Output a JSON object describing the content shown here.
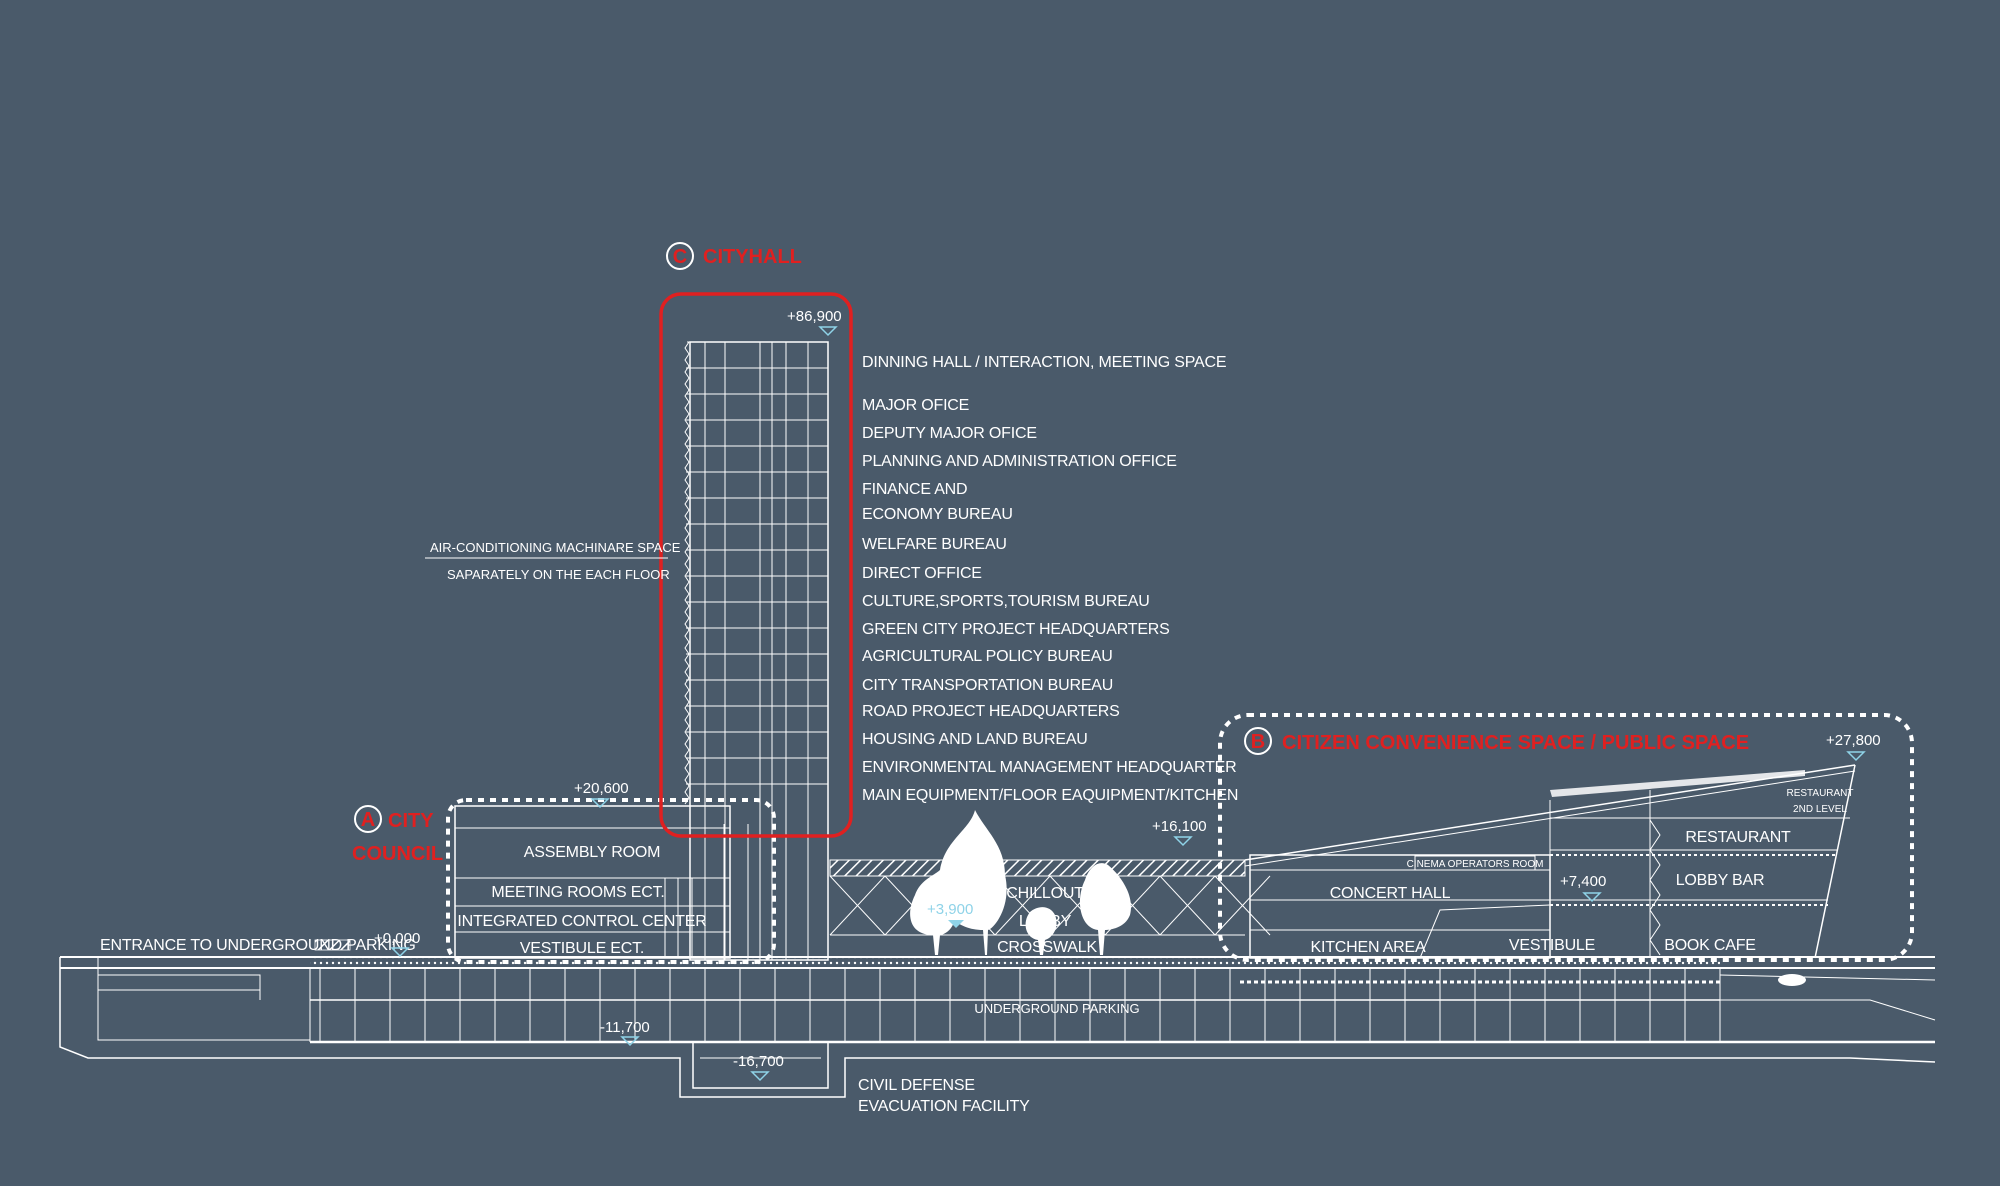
{
  "colors": {
    "background": "#4a5a6a",
    "line": "#ffffff",
    "highlight": "#e02020",
    "marker": "#8fd3e8"
  },
  "zones": {
    "a": {
      "letter": "A",
      "title_line1": "CITY",
      "title_line2": "COUNCIL"
    },
    "b": {
      "letter": "B",
      "title": "CITIZEN CONVENIENCE SPACE / PUBLIC SPACE"
    },
    "c": {
      "letter": "C",
      "title": "CITYHALL"
    }
  },
  "elevations": {
    "top": "+86,900",
    "council_roof": "+20,600",
    "ground": "+0,000",
    "middle_roof": "+16,100",
    "public_roof": "+27,800",
    "public_mid": "+7,400",
    "lobby": "+3,900",
    "parking": "-11,700",
    "core": "-16,700"
  },
  "tower_floors": [
    "DINNING HALL / INTERACTION, MEETING SPACE",
    "MAJOR OFICE",
    "DEPUTY MAJOR OFICE",
    "PLANNING AND ADMINISTRATION OFFICE",
    "FINANCE AND",
    "ECONOMY BUREAU",
    "WELFARE BUREAU",
    "DIRECT OFFICE",
    "CULTURE,SPORTS,TOURISM BUREAU",
    "GREEN  CITY PROJECT HEADQUARTERS",
    "AGRICULTURAL POLICY BUREAU",
    "CITY TRANSPORTATION BUREAU",
    "ROAD PROJECT HEADQUARTERS",
    "HOUSING AND LAND BUREAU",
    "ENVIRONMENTAL MANAGEMENT HEADQUARTER",
    "MAIN EQUIPMENT/FLOOR EAQUIPMENT/KITCHEN"
  ],
  "notes": {
    "ac_line1": "AIR-CONDITIONING MACHINARE SPACE",
    "ac_line2": "SAPARATELY ON THE EACH FLOOR"
  },
  "council_rooms": {
    "assembly": "ASSEMBLY ROOM",
    "meeting": "MEETING ROOMS ECT.",
    "control": "INTEGRATED CONTROL CENTER",
    "vestibule": "VESTIBULE ECT."
  },
  "middle_labels": {
    "chillout": "CHILLOUT",
    "lobby": "LOBBY",
    "crosswalk": "CROSSWALK"
  },
  "public_rooms": {
    "cinema": "CINEMA OPERATORS ROOM",
    "concert": "CONCERT HALL",
    "kitchen": "KITCHEN AREA",
    "vestibule": "VESTIBULE",
    "restaurant_2nd_line1": "RESTAURANT",
    "restaurant_2nd_line2": "2ND LEVEL",
    "restaurant": "RESTAURANT",
    "lobby_bar": "LOBBY BAR",
    "book_cafe": "BOOK CAFE"
  },
  "ground_labels": {
    "entrance": "ENTRANCE TO UNDERGROUND PARKING",
    "parking": "UNDERGROUND PARKING",
    "civil_line1": "CIVIL  DEFENSE",
    "civil_line2": "EVACUATION  FACILITY"
  }
}
